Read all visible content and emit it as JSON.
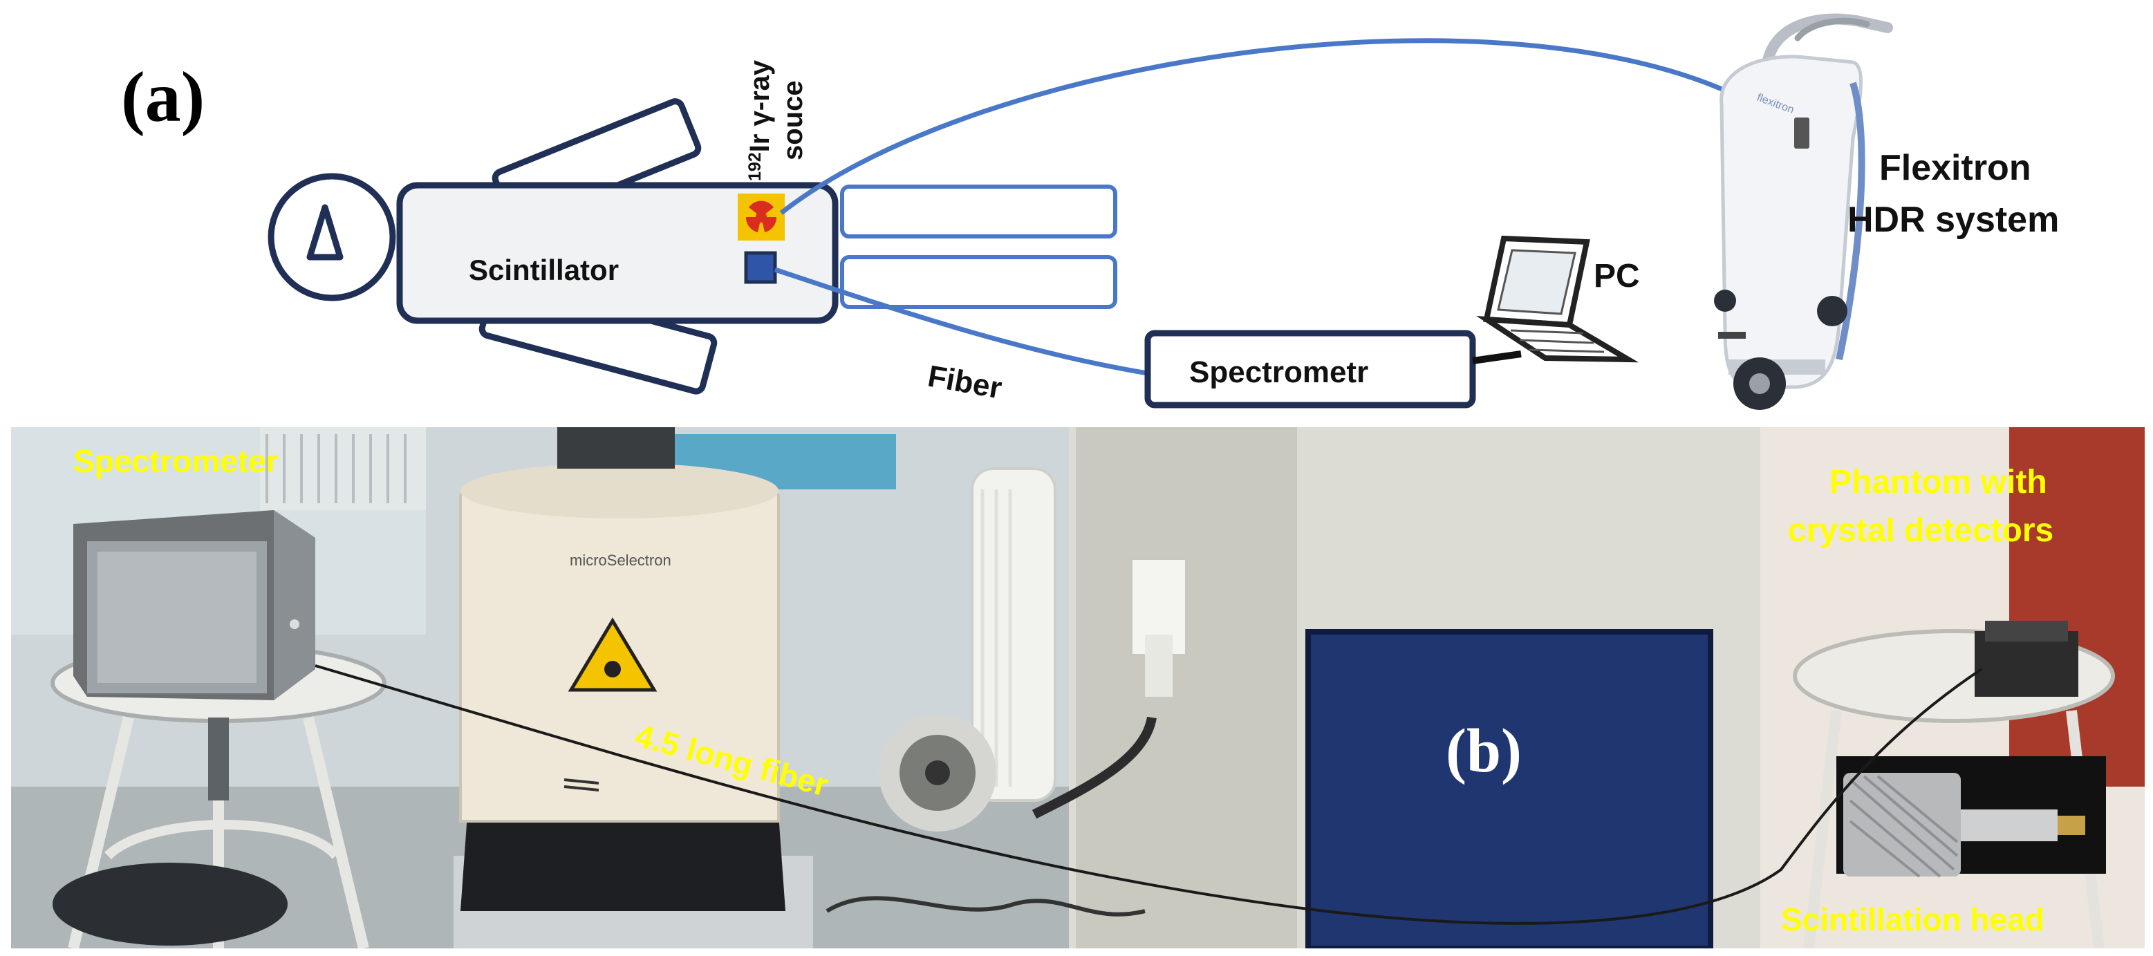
{
  "panel_a": {
    "label": "(a)",
    "source_label_prefix": "192",
    "source_label_element": "Ir γ-ray",
    "source_label_line2": "souce",
    "scintillator_label": "Scintillator",
    "fiber_label": "Fiber",
    "spectrometer_label": "Spectrometr",
    "pc_label": "PC",
    "flexitron_line1": "Flexitron",
    "flexitron_line2": "HDR system"
  },
  "panel_b": {
    "label": "(b)",
    "spectrometer_label": "Spectrometer",
    "fiber_label": "4.5 long fiber",
    "phantom_line1": "Phantom with",
    "phantom_line2": "crystal detectors",
    "head_label": "Scintillation head",
    "device_brand": "microSelectron"
  },
  "colors": {
    "outline_dark": "#1f2f55",
    "cable_blue": "#4a78c8",
    "radiation_yellow": "#f5c400",
    "radiation_red": "#d92d1f",
    "detector_blue": "#2f55a8",
    "annotation_yellow": "#ffff00",
    "panel_bg": "#d9dee2"
  }
}
